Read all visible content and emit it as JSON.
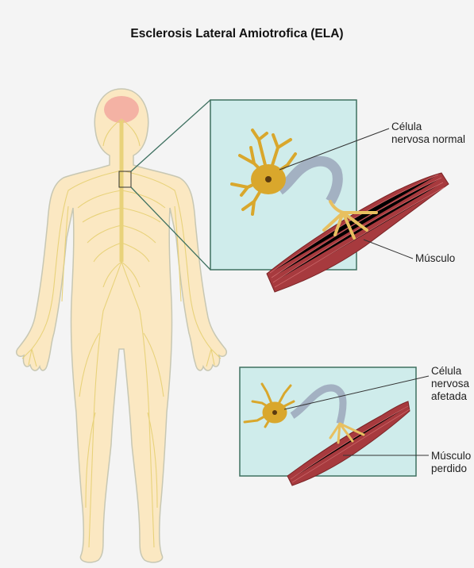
{
  "title": "Esclerosis Lateral Amiotrofica (ELA)",
  "labels": {
    "normal_cell": [
      "Célula",
      "nervosa normal"
    ],
    "muscle": "Músculo",
    "affected_cell": [
      "Célula",
      "nervosa",
      "afetada"
    ],
    "lost_muscle": [
      "Músculo",
      "perdido"
    ]
  },
  "colors": {
    "background": "#f4f4f4",
    "body_fill": "#fbe8c2",
    "body_outline": "#c7c7b3",
    "nerve": "#e8d27a",
    "brain": "#f4b2a4",
    "panel_fill": "#cfeceb",
    "panel_border": "#3e7060",
    "neuron": "#d9a72c",
    "axon": "#a3b1c2",
    "muscle": "#a73a3e",
    "muscle_stripe": "#d06a6c"
  }
}
